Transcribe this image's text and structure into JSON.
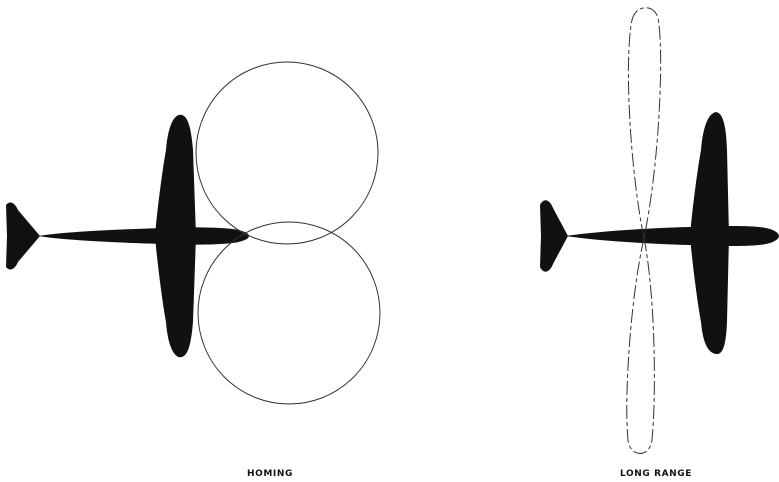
{
  "panels": [
    {
      "caption": "HOMING",
      "pattern": "figure-eight loop pattern",
      "aircraft_icon": "airplane-icon"
    },
    {
      "caption": "LONG RANGE",
      "pattern": "elongated figure-eight loop pattern",
      "aircraft_icon": "airplane-icon"
    }
  ],
  "colors": {
    "aircraft": "#111111",
    "pattern_line": "#333333",
    "background": "#ffffff"
  }
}
